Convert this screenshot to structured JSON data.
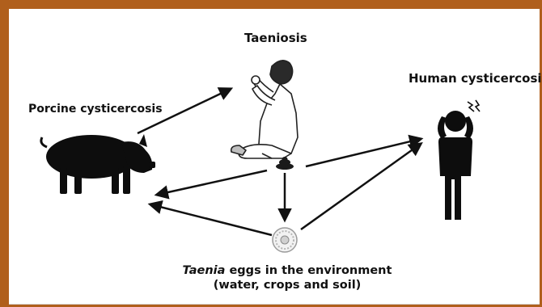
{
  "labels": {
    "taeniosis": "Taeniosis",
    "porcine": "Porcine cysticercosis",
    "human": "Human cysticercosis",
    "eggs_genus": "Taenia",
    "eggs_line1_rest": " eggs in the environment",
    "eggs_line2": "(water, crops and soil)"
  },
  "colors": {
    "frame": "#b05f1c",
    "ink": "#111111"
  },
  "icons": {
    "pig": "pig-silhouette",
    "human_eating": "person-eating-sketch",
    "human_headache": "person-headache-icon",
    "stool": "stool-icon",
    "egg": "taenia-egg-icon"
  }
}
